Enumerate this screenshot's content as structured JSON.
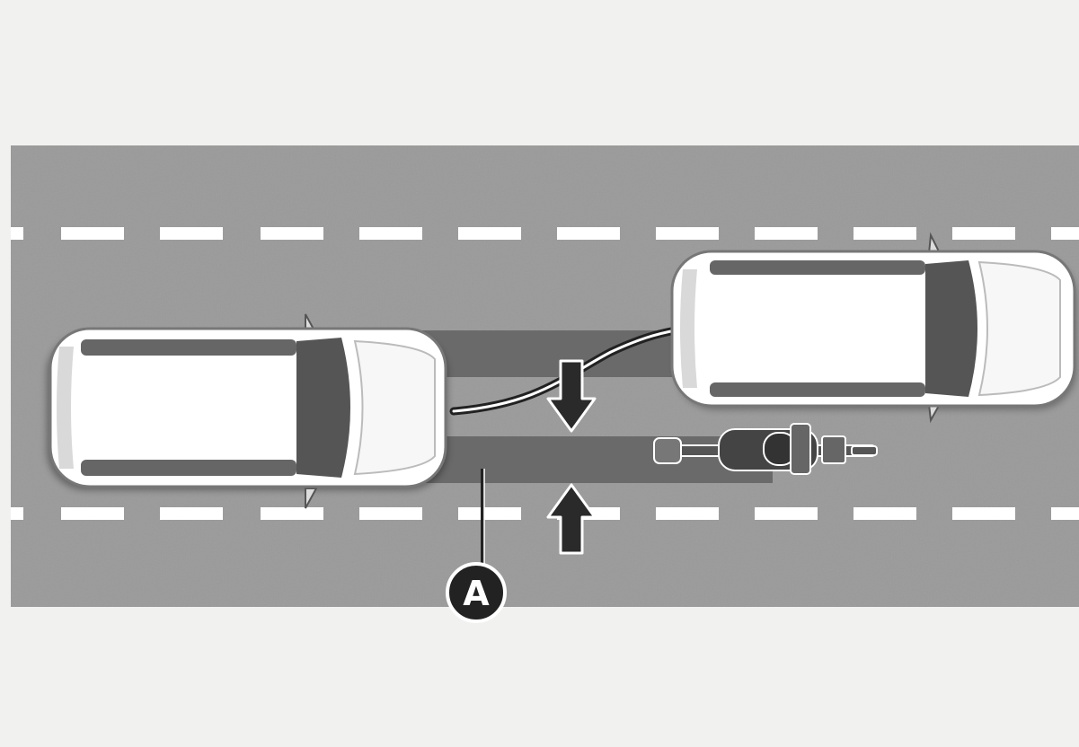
{
  "diagram": {
    "callout": {
      "label": "A"
    },
    "colors": {
      "background": "#f1f1f0",
      "road": "#9a9a9a",
      "lane_marking": "#ffffff",
      "sensing_zone": "#6a6a6a",
      "vehicle_body": "#ffffff",
      "vehicle_glass": "#555555",
      "arrow": "#2a2a2a",
      "callout_fill": "#222222"
    },
    "elements": {
      "own_vehicle": "car-top-view",
      "preceding_vehicle": "car-top-view",
      "cyclist": "bicycle-rider-top-view",
      "steering_path": "curved-path",
      "arrows": [
        "down-arrow-icon",
        "up-arrow-icon"
      ]
    }
  }
}
